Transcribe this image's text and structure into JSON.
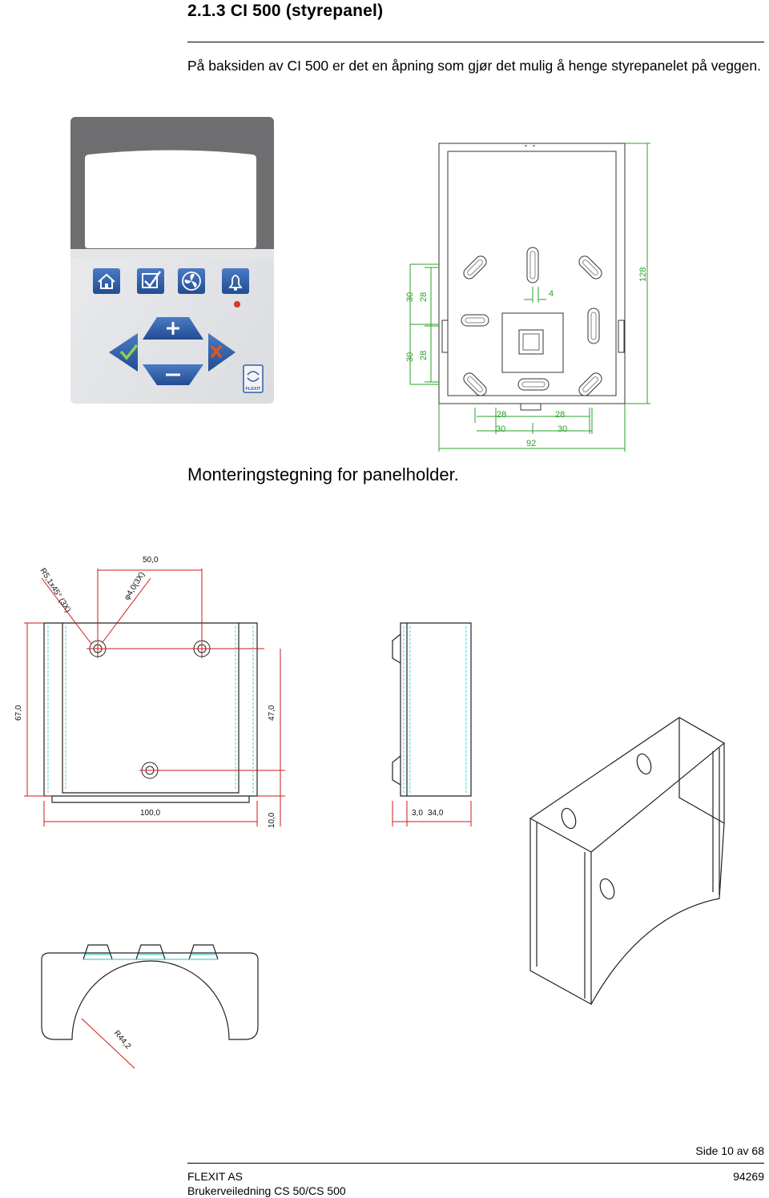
{
  "section": {
    "heading": "2.1.3  CI 500 (styrepanel)"
  },
  "intro": {
    "text": "På baksiden av CI 500 er det en åpning som gjør det mulig å henge styrepanelet på veggen."
  },
  "panel": {
    "buttons": [
      "home-icon",
      "checkbox-icon",
      "fan-icon",
      "bell-icon",
      "plus-icon",
      "minus-icon",
      "check-icon",
      "cross-icon"
    ],
    "logo": "FLEXIT",
    "colors": {
      "button_blue": "#2f5ea8",
      "frame_gray": "#6e6e70",
      "body_gray": "#e4e5e7",
      "led": "#d23a2a"
    }
  },
  "backplate_drawing": {
    "dim_color": "#2aa02a",
    "dims": {
      "left_30_top": "30",
      "left_28_top": "28",
      "left_30_bottom": "30",
      "left_28_bottom": "28",
      "gap": "4",
      "height": "128",
      "b28_left": "28",
      "b28_right": "28",
      "b30_left": "30",
      "b30_right": "30",
      "width": "92"
    }
  },
  "caption": {
    "text": "Monteringstegning for panelholder."
  },
  "holder_drawing": {
    "dims": {
      "hole_spacing": "50,0",
      "chamfer": "R5,1x45° (3X)",
      "hole_dia": "φ4,0(3X)",
      "height": "67,0",
      "hole_height": "47,0",
      "width": "100,0",
      "bottom_offset": "10,0",
      "wall": "3,0",
      "depth": "34,0",
      "arc_radius": "R44,2"
    }
  },
  "footer": {
    "page": "Side 10 av 68",
    "company": "FLEXIT AS",
    "doc_number": "94269",
    "manual": "Brukerveiledning CS 50/CS 500"
  }
}
